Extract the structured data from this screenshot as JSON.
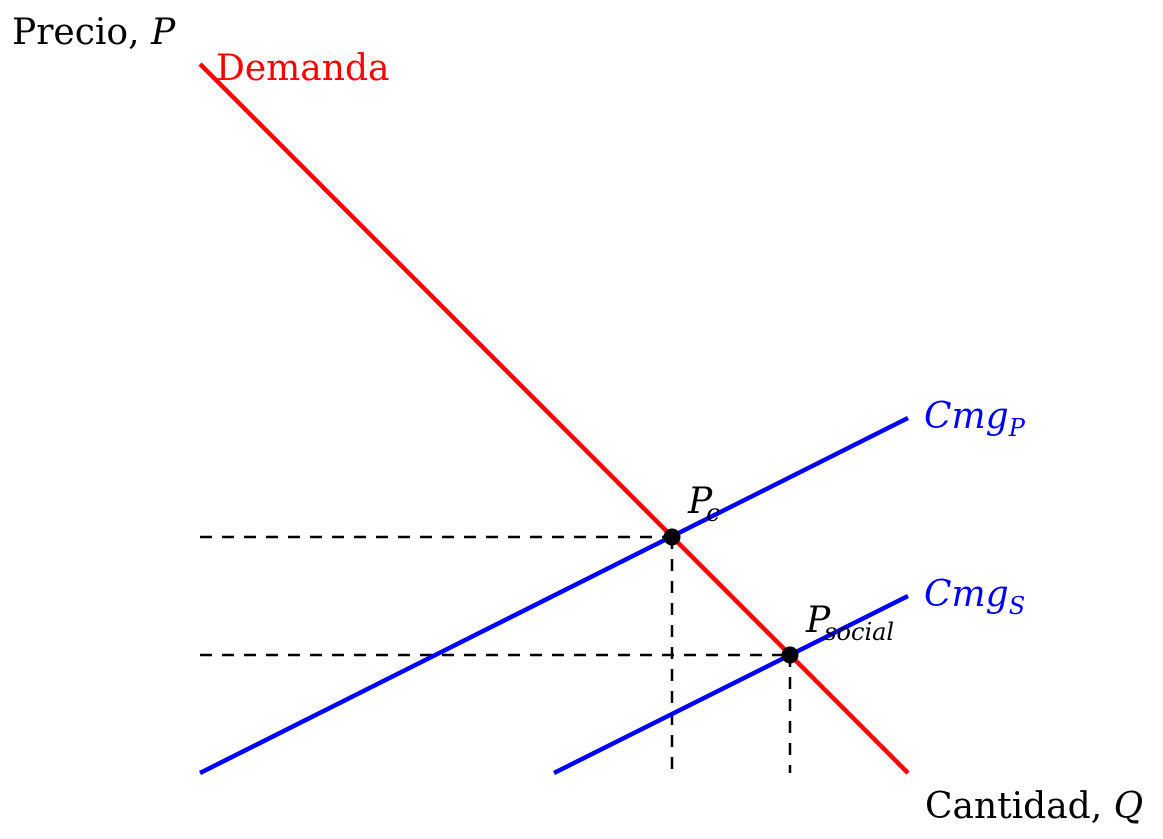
{
  "axes": {
    "y_label_text": "Precio, ",
    "y_label_var": "P",
    "x_label_text": "Cantidad, ",
    "x_label_var": "Q"
  },
  "curves": {
    "demand": {
      "label": "Demanda",
      "color": "#ff0000"
    },
    "cmg_private": {
      "label_main": "Cmg",
      "label_sub": "P",
      "color": "#0000ff"
    },
    "cmg_social": {
      "label_main": "Cmg",
      "label_sub": "S",
      "color": "#0000ff"
    }
  },
  "points": {
    "competitive": {
      "label_main": "P",
      "label_sub": "c"
    },
    "social": {
      "label_main": "P",
      "label_sub": "social"
    }
  },
  "colors": {
    "demand": "#ff0000",
    "supply": "#0000ff",
    "guides": "#000000"
  }
}
